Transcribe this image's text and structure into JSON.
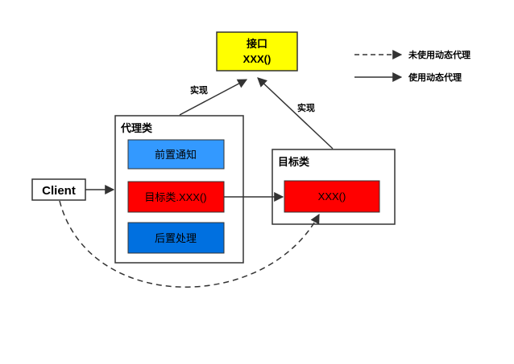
{
  "diagram": {
    "interface": {
      "title": "接口",
      "method": "XXX()"
    },
    "proxy": {
      "title": "代理类",
      "before": "前置通知",
      "target_call": "目标类.XXX()",
      "after": "后置处理"
    },
    "target": {
      "title": "目标类",
      "method": "XXX()"
    },
    "client": {
      "label": "Client"
    },
    "edges": {
      "proxy_implements": "实现",
      "target_implements": "实现"
    },
    "legend": {
      "dashed": "未使用动态代理",
      "solid": "使用动态代理"
    }
  },
  "colors": {
    "interface_fill": "#ffff00",
    "light_blue": "#3399ff",
    "blue": "#0070e0",
    "red": "#ff0000",
    "stroke": "#333333"
  }
}
